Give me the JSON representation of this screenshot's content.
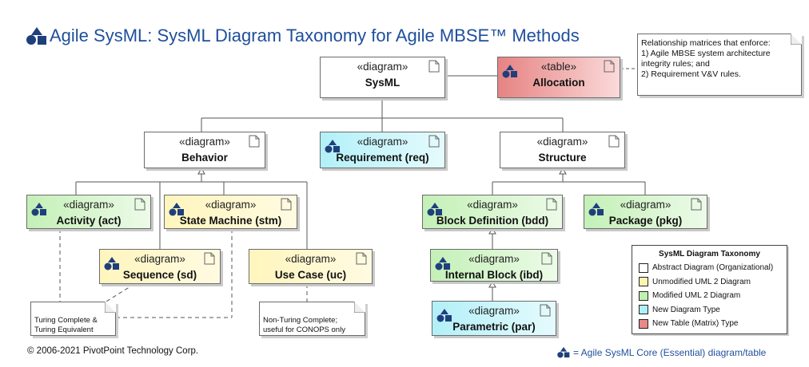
{
  "title": "Agile SysML: SysML Diagram Taxonomy for Agile MBSE™ Methods",
  "colors": {
    "brand": "#1f4f9c",
    "abstract": "#ffffff",
    "unmodified": "#fff3b0",
    "modified": "#bff0b0",
    "new_type": "#aef0f8",
    "new_table": "#e88888"
  },
  "boxes": {
    "sysml": {
      "stereotype": "«diagram»",
      "name": "SysML"
    },
    "allocation": {
      "stereotype": "«table»",
      "name": "Allocation"
    },
    "behavior": {
      "stereotype": "«diagram»",
      "name": "Behavior"
    },
    "requirement": {
      "stereotype": "«diagram»",
      "name": "Requirement (req)"
    },
    "structure": {
      "stereotype": "«diagram»",
      "name": "Structure"
    },
    "activity": {
      "stereotype": "«diagram»",
      "name": "Activity (act)"
    },
    "state_machine": {
      "stereotype": "«diagram»",
      "name": "State Machine (stm)"
    },
    "block_definition": {
      "stereotype": "«diagram»",
      "name": "Block Definition (bdd)"
    },
    "package": {
      "stereotype": "«diagram»",
      "name": "Package (pkg)"
    },
    "sequence": {
      "stereotype": "«diagram»",
      "name": "Sequence (sd)"
    },
    "use_case": {
      "stereotype": "«diagram»",
      "name": "Use Case (uc)"
    },
    "internal_block": {
      "stereotype": "«diagram»",
      "name": "Internal Block (ibd)"
    },
    "parametric": {
      "stereotype": "«diagram»",
      "name": "Parametric (par)"
    }
  },
  "notes": {
    "allocation_note": {
      "line1": "Relationship matrices that enforce:",
      "line2": "1) Agile MBSE system architecture",
      "line3": "integrity rules; and",
      "line4": "2) Requirement V&V rules."
    },
    "turing_complete": {
      "line1": "Turing Complete &",
      "line2": "Turing Equivalent"
    },
    "non_turing": {
      "line1": "Non-Turing Complete;",
      "line2": "useful for CONOPS only"
    }
  },
  "legend": {
    "title": "SysML Diagram Taxonomy",
    "items": [
      {
        "label": "Abstract Diagram (Organizational)",
        "color": "#ffffff"
      },
      {
        "label": "Unmodified UML 2 Diagram",
        "color": "#fff3b0"
      },
      {
        "label": "Modified UML 2 Diagram",
        "color": "#bff0b0"
      },
      {
        "label": "New Diagram Type",
        "color": "#aef0f8"
      },
      {
        "label": "New Table (Matrix) Type",
        "color": "#e88888"
      }
    ]
  },
  "footer": {
    "copyright": "© 2006-2021 PivotPoint Technology Corp.",
    "core_note": "= Agile SysML Core (Essential) diagram/table"
  },
  "icons": {
    "core": "agile-sysml-core-icon",
    "document": "document-icon",
    "note_fold": "folded-corner-icon"
  }
}
